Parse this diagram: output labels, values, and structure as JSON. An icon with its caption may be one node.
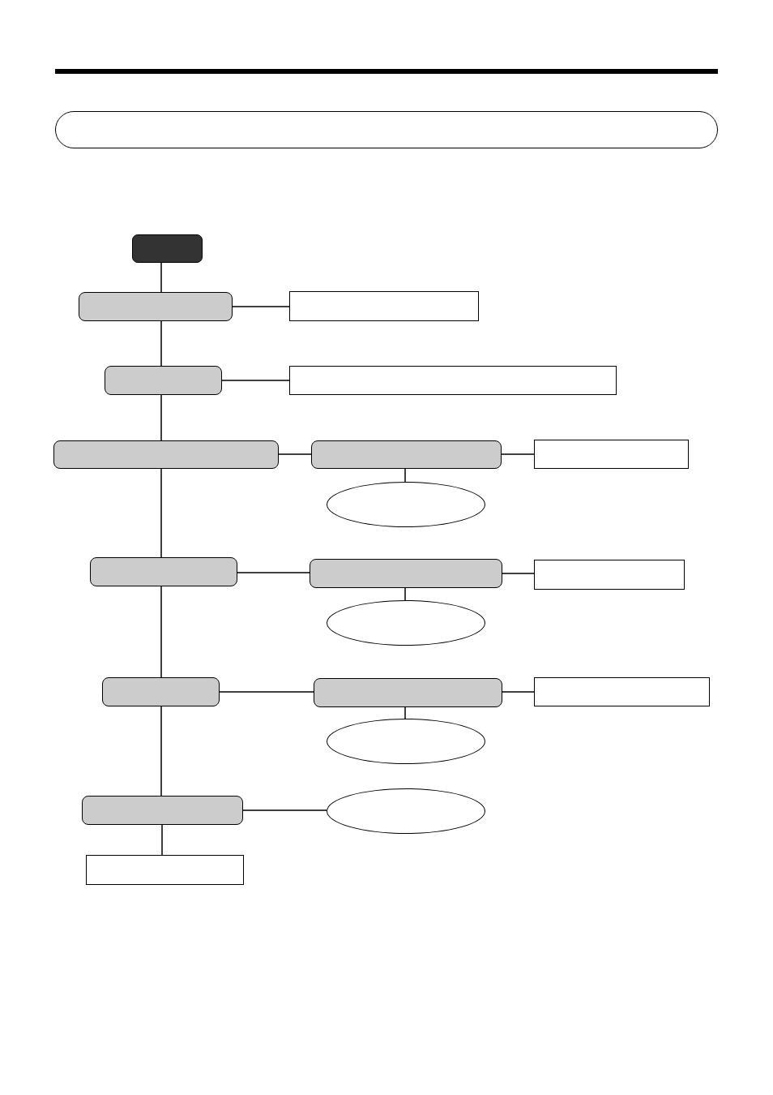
{
  "diagram": {
    "nodes": [
      {
        "text": [],
        "shape": "box"
      },
      {
        "text": [],
        "shape": "box"
      },
      {
        "text": [],
        "shape": "box"
      },
      {
        "text": [],
        "shape": "box"
      },
      {
        "text": [],
        "shape": "box"
      },
      {
        "text": [],
        "shape": "box"
      },
      {
        "text": [],
        "shape": "box"
      },
      {
        "text": [],
        "shape": "box"
      },
      {
        "text": [],
        "shape": "ellipse"
      },
      {
        "text": [],
        "shape": "box"
      },
      {
        "text": [],
        "shape": "box"
      },
      {
        "text": [],
        "shape": "box"
      },
      {
        "text": [],
        "shape": "ellipse"
      },
      {
        "text": [],
        "shape": "box"
      },
      {
        "text": [],
        "shape": "box"
      },
      {
        "text": [],
        "shape": "box"
      },
      {
        "text": [],
        "shape": "ellipse"
      },
      {
        "text": [],
        "shape": "box"
      },
      {
        "text": [],
        "shape": "ellipse"
      },
      {
        "text": [],
        "shape": "box"
      }
    ],
    "edges": [
      {
        "from": 0,
        "to": 1,
        "arrow": "none"
      },
      {
        "from": 1,
        "to": 2,
        "arrow": "none"
      },
      {
        "from": 1,
        "to": 3,
        "arrow": "none"
      },
      {
        "from": 3,
        "to": 4,
        "arrow": "none"
      },
      {
        "from": 3,
        "to": 5,
        "arrow": "none"
      },
      {
        "from": 5,
        "to": 6,
        "arrow": "none"
      },
      {
        "from": 6,
        "to": 7,
        "arrow": "none"
      },
      {
        "from": 6,
        "to": 8,
        "arrow": "none"
      },
      {
        "from": 5,
        "to": 9,
        "arrow": "none"
      },
      {
        "from": 9,
        "to": 10,
        "arrow": "none"
      },
      {
        "from": 10,
        "to": 11,
        "arrow": "none"
      },
      {
        "from": 10,
        "to": 12,
        "arrow": "none"
      },
      {
        "from": 9,
        "to": 13,
        "arrow": "none"
      },
      {
        "from": 13,
        "to": 14,
        "arrow": "none"
      },
      {
        "from": 14,
        "to": 15,
        "arrow": "none"
      },
      {
        "from": 14,
        "to": 16,
        "arrow": "none"
      },
      {
        "from": 13,
        "to": 17,
        "arrow": "none"
      },
      {
        "from": 17,
        "to": 18,
        "arrow": "none"
      },
      {
        "from": 17,
        "to": 19,
        "arrow": "none"
      }
    ]
  }
}
